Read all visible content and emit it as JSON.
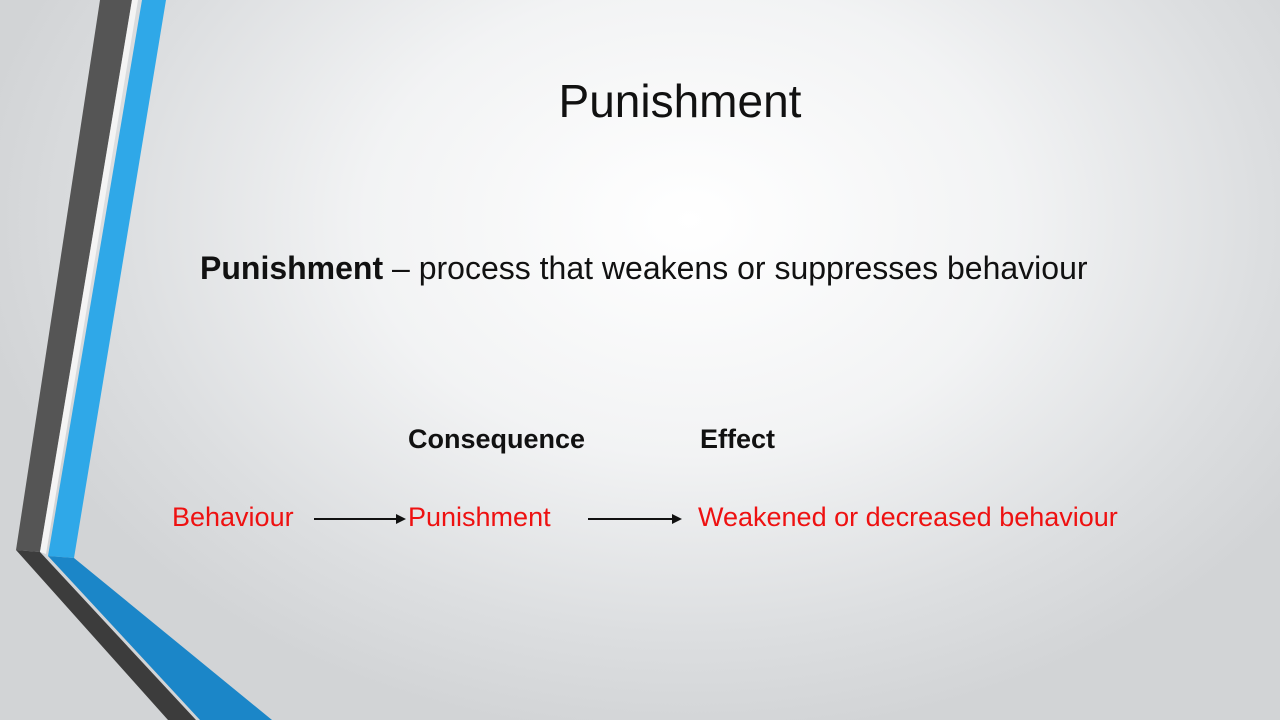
{
  "slide": {
    "title": "Punishment",
    "definition": {
      "term": "Punishment",
      "text": " – process that weakens or suppresses behaviour"
    },
    "headers": {
      "consequence": "Consequence",
      "effect": "Effect"
    },
    "flow": {
      "behaviour": "Behaviour",
      "consequence": "Punishment",
      "effect": "Weakened or decreased behaviour"
    }
  },
  "colors": {
    "accent_blue": "#2fa8e8",
    "accent_blue_dark": "#1b86c8",
    "accent_gray": "#555555",
    "accent_gray_dark": "#3c3c3c",
    "flow_text": "#ee1111",
    "text": "#111111"
  }
}
